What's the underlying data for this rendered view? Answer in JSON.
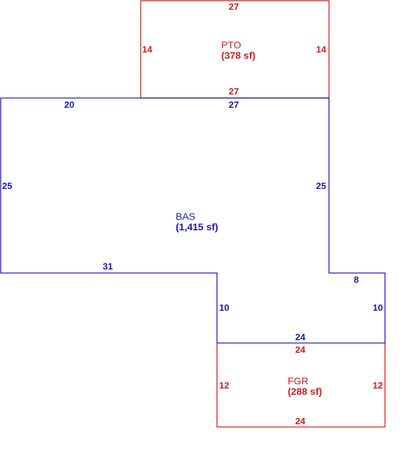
{
  "colors": {
    "basement": "#1a1ab8",
    "addition": "#d42020",
    "background": "#ffffff"
  },
  "areas": {
    "pto": {
      "name": "PTO",
      "size": "(378 sf)",
      "dims": {
        "top": "27",
        "left": "14",
        "right": "14",
        "bottom": "27"
      }
    },
    "bas": {
      "name": "BAS",
      "size": "(1,415 sf)",
      "dims": {
        "top_left": "20",
        "top_right": "27",
        "left": "25",
        "right": "25",
        "bottom_left": "31",
        "notch_left": "10",
        "notch_top": "8",
        "notch_right": "10",
        "bottom": "24"
      }
    },
    "fgr": {
      "name": "FGR",
      "size": "(288 sf)",
      "dims": {
        "top": "24",
        "left": "12",
        "right": "12",
        "bottom": "24"
      }
    }
  }
}
